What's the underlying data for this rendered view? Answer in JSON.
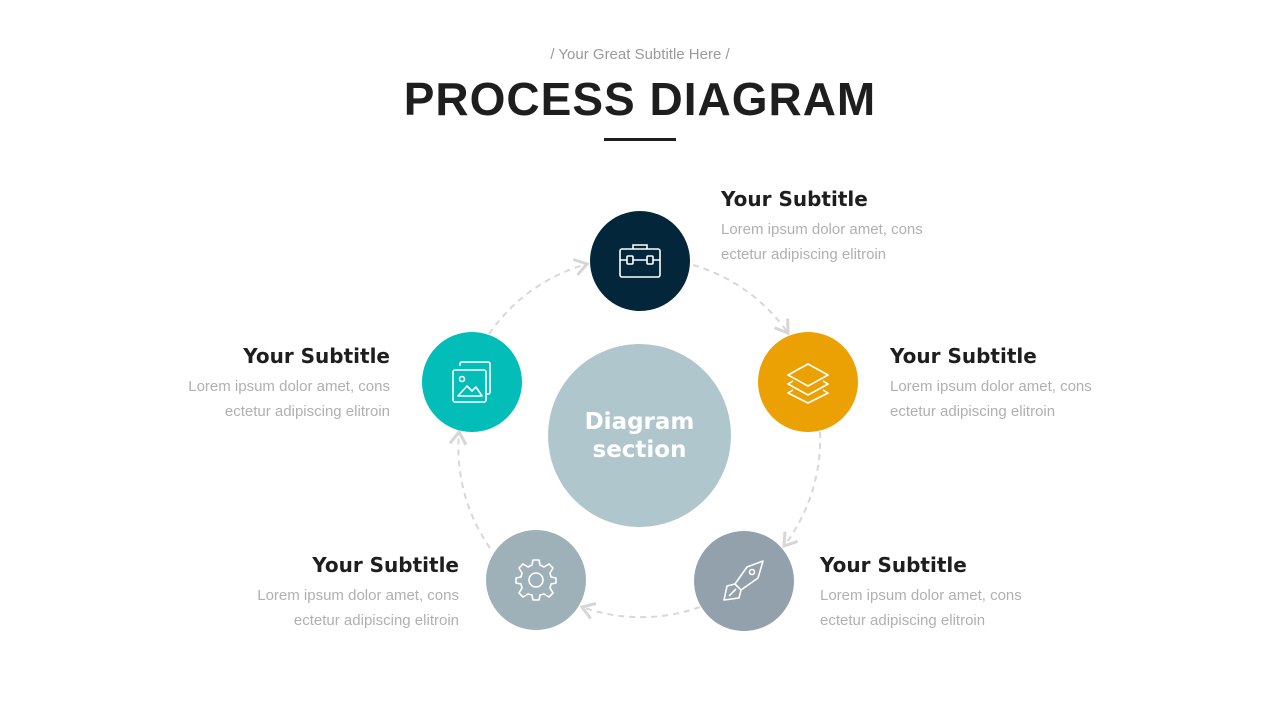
{
  "header": {
    "kicker": "/ Your Great Subtitle Here /",
    "title": "PROCESS DIAGRAM"
  },
  "center": {
    "line1": "Diagram",
    "line2": "section"
  },
  "steps": [
    {
      "icon": "briefcase-icon",
      "color": "#04263b",
      "title": "Your Subtitle",
      "line1": "Lorem ipsum dolor amet, cons",
      "line2": "ectetur adipiscing elitroin"
    },
    {
      "icon": "layers-icon",
      "color": "#eba104",
      "title": "Your Subtitle",
      "line1": "Lorem ipsum dolor amet, cons",
      "line2": "ectetur adipiscing elitroin"
    },
    {
      "icon": "rocket-icon",
      "color": "#92a1ab",
      "title": "Your Subtitle",
      "line1": "Lorem ipsum dolor amet, cons",
      "line2": "ectetur adipiscing elitroin"
    },
    {
      "icon": "gear-icon",
      "color": "#9fb1b8",
      "title": "Your Subtitle",
      "line1": "Lorem ipsum dolor amet, cons",
      "line2": "ectetur adipiscing elitroin"
    },
    {
      "icon": "image-gallery-icon",
      "color": "#03bdb8",
      "title": "Your Subtitle",
      "line1": "Lorem ipsum dolor amet, cons",
      "line2": "ectetur adipiscing elitroin"
    }
  ]
}
